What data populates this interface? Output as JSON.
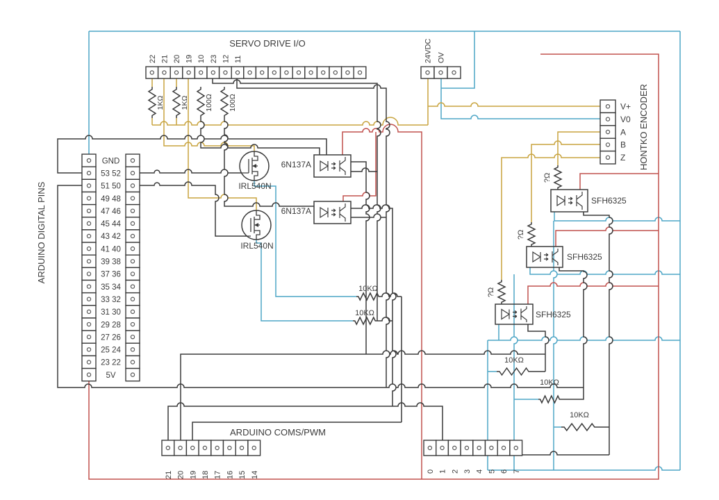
{
  "diagram": {
    "servo_io": {
      "title": "SERVO DRIVE I/O",
      "pin_labels": [
        "22",
        "21",
        "20",
        "19",
        "10",
        "23",
        "12",
        "11"
      ],
      "terminal_count": 18
    },
    "power_block": {
      "labels": [
        "24VDC",
        "OV"
      ],
      "terminal_count": 3
    },
    "encoder": {
      "title": "HONTKO ENCODER",
      "pin_labels": [
        "V+",
        "V0",
        "A",
        "B",
        "Z"
      ]
    },
    "arduino_digital": {
      "title": "ARDUINO DIGITAL PINS",
      "row_labels": [
        "GND",
        "53 52",
        "51 50",
        "49 48",
        "47 46",
        "45 44",
        "43 42",
        "41 40",
        "39 38",
        "37 36",
        "35 34",
        "33 32",
        "31 30",
        "29 28",
        "27 26",
        "25 24",
        "23 22",
        "5V"
      ]
    },
    "arduino_coms": {
      "title": "ARDUINO COMS/PWM",
      "left_pin_labels": [
        "21",
        "20",
        "19",
        "18",
        "17",
        "16",
        "15",
        "14"
      ],
      "right_pin_labels": [
        "0",
        "1",
        "2",
        "3",
        "4",
        "5",
        "6",
        "7"
      ]
    },
    "components": {
      "mosfet_labels": [
        "IRL540N",
        "IRL540N"
      ],
      "opto_labels": [
        "6N137A",
        "6N137A"
      ],
      "encoder_opto_labels": [
        "SFH6325",
        "SFH6325",
        "SFH6325"
      ],
      "top_resistor_labels": [
        "1KΩ",
        "1KΩ",
        "100Ω",
        "100Ω"
      ],
      "middle_resistor_labels": [
        "10KΩ",
        "10KΩ"
      ],
      "encoder_resistor_labels": [
        "?Ω",
        "?Ω",
        "?Ω"
      ],
      "bottom_resistor_labels": [
        "10KΩ",
        "10KΩ",
        "10KΩ"
      ]
    },
    "colors": {
      "wire": "#3a3a3a",
      "positive_24v": "#c8a43f",
      "blue_0v": "#4da6c6",
      "red_5v": "#c0504d",
      "background": "#ffffff"
    }
  }
}
